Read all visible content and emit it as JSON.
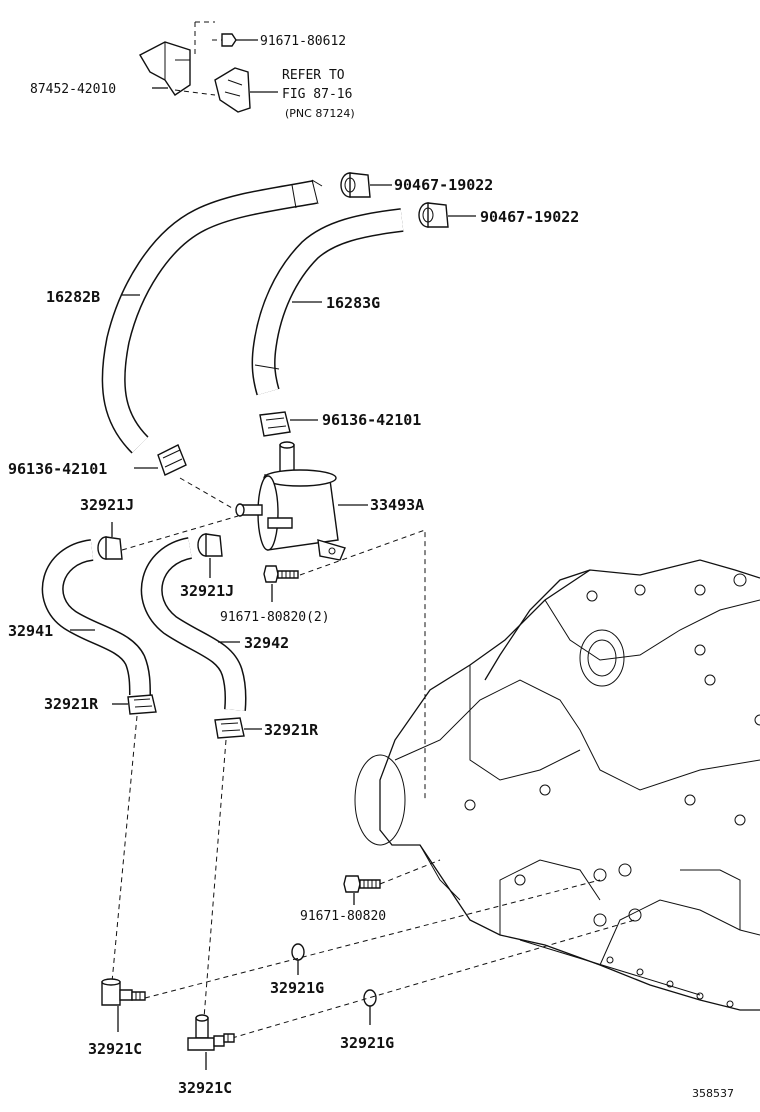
{
  "labels": {
    "p91671_80612": "91671-80612",
    "p87452_42010": "87452-42010",
    "refer_line1": "REFER TO",
    "refer_line2": "FIG 87-16",
    "refer_line3": "(PNC 87124)",
    "p90467_a": "90467-19022",
    "p90467_b": "90467-19022",
    "p16282B": "16282B",
    "p16283G": "16283G",
    "p96136_a": "96136-42101",
    "p96136_b": "96136-42101",
    "p32921J_a": "32921J",
    "p32921J_b": "32921J",
    "p33493A": "33493A",
    "p91671_80820_2": "91671-80820(2)",
    "p32941": "32941",
    "p32942": "32942",
    "p32921R_a": "32921R",
    "p32921R_b": "32921R",
    "p91671_80820": "91671-80820",
    "p32921G_a": "32921G",
    "p32921G_b": "32921G",
    "p32921C_a": "32921C",
    "p32921C_b": "32921C"
  },
  "illustration_id": "358537"
}
